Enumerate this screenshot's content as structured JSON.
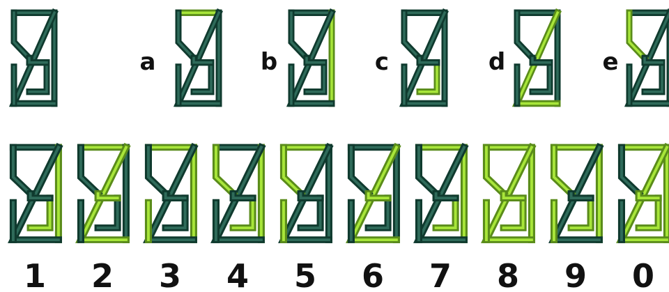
{
  "colors": {
    "off_outline": "#0f3a2e",
    "off_fill": "#2f6b5a",
    "on_outline": "#5a8c1a",
    "on_fill": "#a8e63a"
  },
  "segment_order": [
    "a",
    "b",
    "c",
    "d",
    "e",
    "f",
    "g"
  ],
  "top_row": [
    {
      "label": "",
      "lit": []
    },
    {
      "label": "a",
      "lit": [
        "a"
      ]
    },
    {
      "label": "b",
      "lit": [
        "b"
      ]
    },
    {
      "label": "c",
      "lit": [
        "c"
      ]
    },
    {
      "label": "d",
      "lit": [
        "d"
      ]
    },
    {
      "label": "e",
      "lit": [
        "e"
      ]
    }
  ],
  "bottom_row": [
    {
      "label": "1",
      "lit": [
        "b",
        "c"
      ]
    },
    {
      "label": "2",
      "lit": [
        "a",
        "d",
        "f"
      ]
    },
    {
      "label": "3",
      "lit": [
        "a",
        "b",
        "g"
      ]
    },
    {
      "label": "4",
      "lit": [
        "b",
        "c",
        "e"
      ]
    },
    {
      "label": "5",
      "lit": [
        "a",
        "e",
        "g"
      ]
    },
    {
      "label": "6",
      "lit": [
        "d",
        "f"
      ]
    },
    {
      "label": "7",
      "lit": [
        "a",
        "b",
        "c"
      ]
    },
    {
      "label": "8",
      "lit": [
        "a",
        "b",
        "c",
        "d",
        "e",
        "f",
        "g"
      ]
    },
    {
      "label": "9",
      "lit": [
        "a",
        "b",
        "c",
        "e",
        "g"
      ]
    },
    {
      "label": "0",
      "lit": [
        "a",
        "b",
        "c",
        "d",
        "f"
      ]
    }
  ]
}
